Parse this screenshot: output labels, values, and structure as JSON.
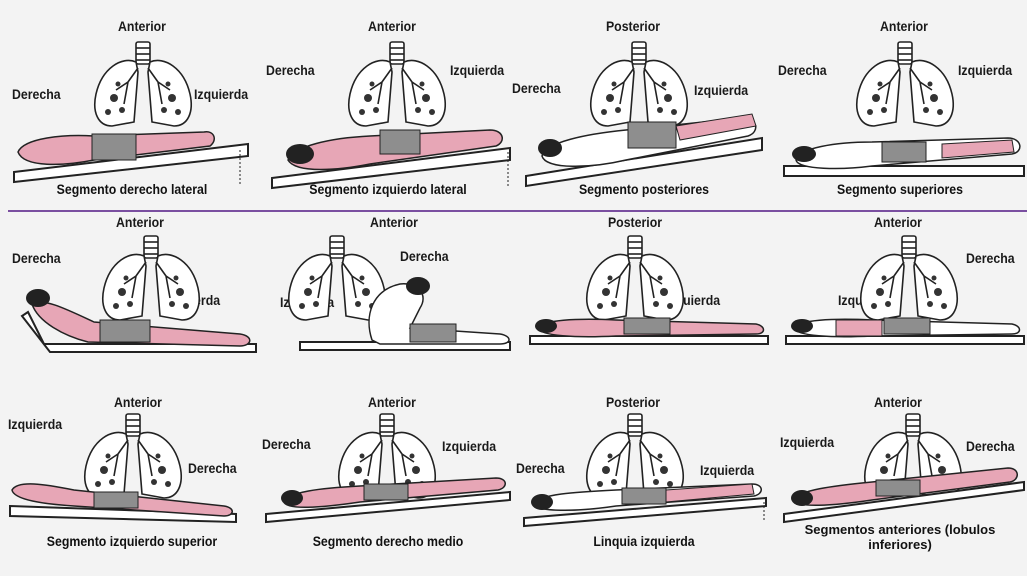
{
  "colors": {
    "divider": "#7a4fa0",
    "skin": "#e7a6b6",
    "clothing": "#8e8e8e",
    "table": "#ffffff",
    "outline": "#222222"
  },
  "icons": [
    "lungs-icon",
    "patient-figure",
    "tilted-table"
  ],
  "panels": [
    {
      "orientation": "Anterior",
      "right": "Derecha",
      "left": "Izquierda",
      "caption": "Segmento derecho lateral"
    },
    {
      "orientation": "Anterior",
      "right": "Derecha",
      "left": "Izquierda",
      "caption": "Segmento izquierdo lateral"
    },
    {
      "orientation": "Posterior",
      "right": "Derecha",
      "left": "Izquierda",
      "caption": "Segmento posteriores"
    },
    {
      "orientation": "Anterior",
      "right": "Derecha",
      "left": "Izquierda",
      "caption": "Segmento superiores"
    },
    {
      "orientation": "Anterior",
      "right": "Derecha",
      "left": "Izquierda",
      "caption": ""
    },
    {
      "orientation": "Anterior",
      "right": "Derecha",
      "left": "Izquierda",
      "caption": ""
    },
    {
      "orientation": "Posterior",
      "right": "",
      "left": "Izquierda",
      "caption": ""
    },
    {
      "orientation": "Anterior",
      "right": "Derecha",
      "left": "Izquierda",
      "caption": ""
    },
    {
      "orientation": "Anterior",
      "right": "Derecha",
      "left": "Izquierda",
      "caption": "Segmento izquierdo superior"
    },
    {
      "orientation": "Anterior",
      "right": "Derecha",
      "left": "Izquierda",
      "caption": "Segmento derecho medio"
    },
    {
      "orientation": "Posterior",
      "right": "Derecha",
      "left": "Izquierda",
      "caption": "Linquia izquierda"
    },
    {
      "orientation": "Anterior",
      "right": "Derecha",
      "left": "Izquierda",
      "caption": "Segmentos anteriores (lobulos inferiores)"
    }
  ]
}
